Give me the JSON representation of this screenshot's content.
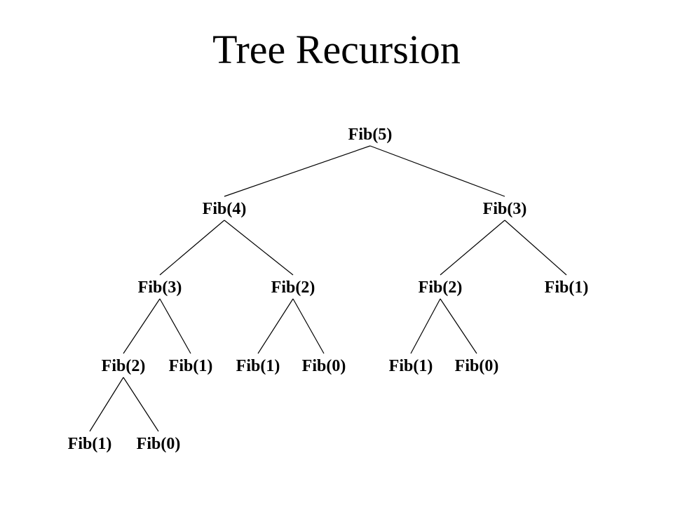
{
  "title": "Tree Recursion",
  "tree": {
    "nodes": [
      {
        "id": "n0",
        "label": "Fib(5)",
        "parent": null
      },
      {
        "id": "n1",
        "label": "Fib(4)",
        "parent": "n0"
      },
      {
        "id": "n2",
        "label": "Fib(3)",
        "parent": "n0"
      },
      {
        "id": "n3",
        "label": "Fib(3)",
        "parent": "n1"
      },
      {
        "id": "n4",
        "label": "Fib(2)",
        "parent": "n1"
      },
      {
        "id": "n5",
        "label": "Fib(2)",
        "parent": "n2"
      },
      {
        "id": "n6",
        "label": "Fib(1)",
        "parent": "n2"
      },
      {
        "id": "n7",
        "label": "Fib(2)",
        "parent": "n3"
      },
      {
        "id": "n8",
        "label": "Fib(1)",
        "parent": "n3"
      },
      {
        "id": "n9",
        "label": "Fib(1)",
        "parent": "n4"
      },
      {
        "id": "n10",
        "label": "Fib(0)",
        "parent": "n4"
      },
      {
        "id": "n11",
        "label": "Fib(1)",
        "parent": "n5"
      },
      {
        "id": "n12",
        "label": "Fib(0)",
        "parent": "n5"
      },
      {
        "id": "n13",
        "label": "Fib(1)",
        "parent": "n7"
      },
      {
        "id": "n14",
        "label": "Fib(0)",
        "parent": "n7"
      }
    ]
  }
}
